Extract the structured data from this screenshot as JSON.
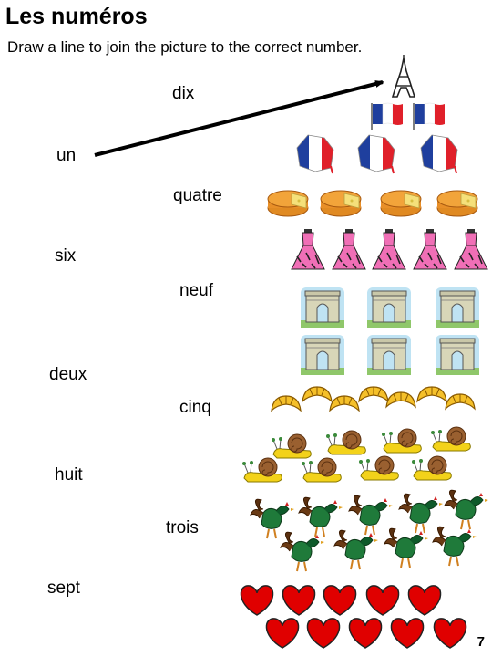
{
  "title": "Les numéros",
  "instructions": "Draw a line to join the picture to the correct number.",
  "words": [
    "dix",
    "un",
    "quatre",
    "six",
    "neuf",
    "deux",
    "cinq",
    "huit",
    "trois",
    "sept"
  ],
  "page_number": "7",
  "picture_groups": [
    {
      "name": "eiffel-tower",
      "icon": "eiffel-tower-icon",
      "count": 1
    },
    {
      "name": "flags",
      "icon": "french-flag-icon",
      "count": 2
    },
    {
      "name": "france-maps",
      "icon": "france-map-icon",
      "count": 3
    },
    {
      "name": "cheeses",
      "icon": "cheese-icon",
      "count": 4
    },
    {
      "name": "dresses",
      "icon": "dress-icon",
      "count": 5
    },
    {
      "name": "arcs-de-triomphe",
      "icon": "arc-de-triomphe-icon",
      "count": 6
    },
    {
      "name": "croissants",
      "icon": "croissant-icon",
      "count": 7
    },
    {
      "name": "snails",
      "icon": "snail-icon",
      "count": 8
    },
    {
      "name": "roosters",
      "icon": "rooster-icon",
      "count": 9
    },
    {
      "name": "hearts",
      "icon": "heart-icon",
      "count": 10
    }
  ],
  "example_line": {
    "from": "un",
    "to": "eiffel-tower"
  },
  "colors": {
    "flag_blue": "#1f3f9e",
    "flag_red": "#e0202a",
    "cheese": "#f2a43a",
    "dress_pink": "#f06fb6",
    "snail_yellow": "#f3d21a",
    "rooster_green": "#1f7a3a",
    "heart_red": "#e00000",
    "croissant": "#f5c02a",
    "arc_stone": "#c9c7a8",
    "sky": "#bfe3f3"
  }
}
